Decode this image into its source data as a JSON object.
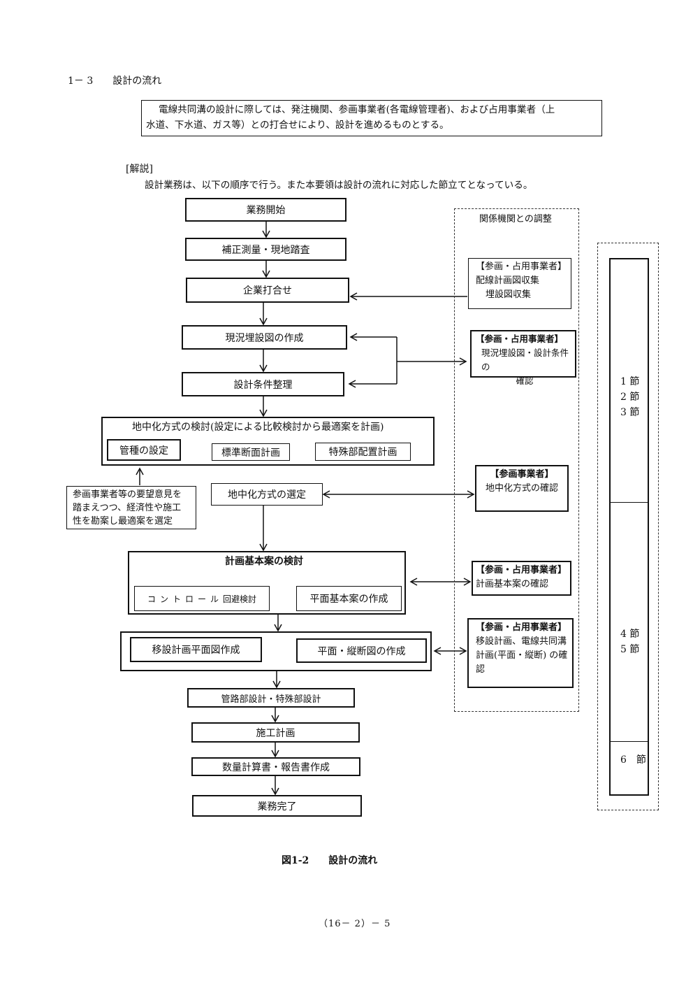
{
  "heading": "1－ 3　　設計の流れ",
  "intro": {
    "line1": "電線共同溝の設計に際しては、発注機関、参画事業者(各電線管理者)、および占用事業者（上",
    "line2": "水道、下水道、ガス等）との打合せにより、設計を進めるものとする。"
  },
  "explanation": {
    "label": "[解説]",
    "text": "設計業務は、以下の順序で行う。また本要領は設計の流れに対応した節立てとなっている。"
  },
  "flow": {
    "start": "業務開始",
    "survey": "補正測量・現地踏査",
    "meeting": "企業打合せ",
    "current_map": "現況埋設図の作成",
    "conditions": "設計条件整理",
    "method_study": {
      "title": "地中化方式の検討(設定による比較検討から最適案を計画)",
      "pipe": "管種の設定",
      "section": "標準断面計画",
      "special": "特殊部配置計画"
    },
    "requests_note": {
      "line1": "参画事業者等の要望意見を",
      "line2": "踏まえつつ、経済性や施工",
      "line3": "性を勘案し最適案を選定"
    },
    "method_select": "地中化方式の選定",
    "basic_plan": {
      "title": "計画基本案の検討",
      "control": "コントロール",
      "control_sub": "回避検討",
      "plan": "平面基本案の作成"
    },
    "relocation": {
      "move": "移設計画平面図作成",
      "profile": "平面・縦断図の作成"
    },
    "design": "管路部設計・特殊部設計",
    "construction": "施工計画",
    "quantities": "数量計算書・報告書作成",
    "end": "業務完了"
  },
  "coordination": {
    "title": "関係機関との調整",
    "box1": {
      "line1": "【参画・占用事業者】",
      "line2": "配線計画図収集",
      "line3": "埋設図収集"
    },
    "box2": {
      "line1": "【参画・占用事業者】",
      "line2": "現況埋設図・設計条件の",
      "line3": "確認"
    },
    "box3": {
      "line1": "【参画事業者】",
      "line2": "地中化方式の確認"
    },
    "box4": {
      "line1": "【参画・占用事業者】",
      "line2": "計画基本案の確認"
    },
    "box5": {
      "line1": "【参画・占用事業者】",
      "line2": "移設計画、電線共同溝",
      "line3": "計画(平面・縦断) の確",
      "line4": "認"
    }
  },
  "sections": {
    "s1": "1 節",
    "s2": "2 節",
    "s3": "3 節",
    "s4": "4 節",
    "s5": "5 節",
    "s6": "6　節"
  },
  "caption": "図1-2　　設計の流れ",
  "footer": "（16－ 2）－ 5"
}
